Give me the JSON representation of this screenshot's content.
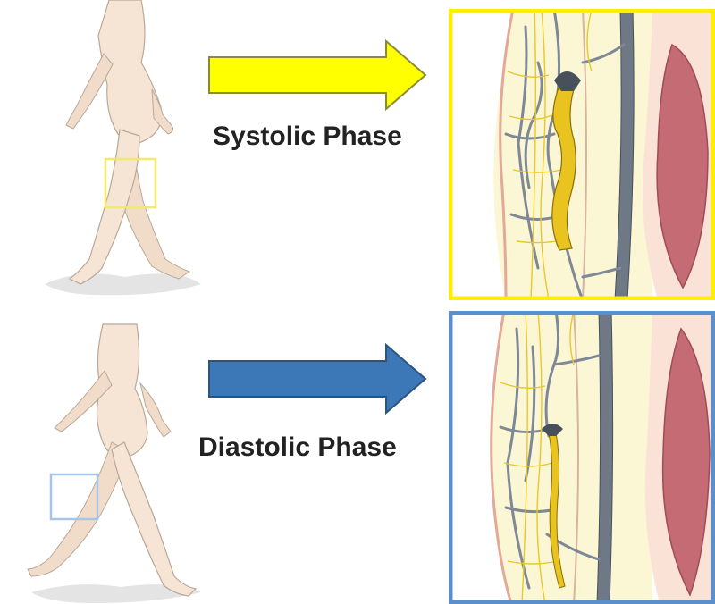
{
  "phases": [
    {
      "id": "systolic",
      "label": "Systolic Phase",
      "arrow_color": "#ffff00",
      "frame_color": "#ffee00",
      "contracted": true
    },
    {
      "id": "diastolic",
      "label": "Diastolic Phase",
      "arrow_color": "#3c78b8",
      "frame_color": "#5b8fcc",
      "contracted": false
    }
  ],
  "colors": {
    "skin": "#f6e4d4",
    "skin_outline": "#b9a898",
    "fat": "#fbf6d4",
    "vein": "#7e8896",
    "vein_dark": "#48505c",
    "nerve": "#e8c82a",
    "muscle": "#c46b73",
    "muscle_light": "#e7a4a2"
  }
}
